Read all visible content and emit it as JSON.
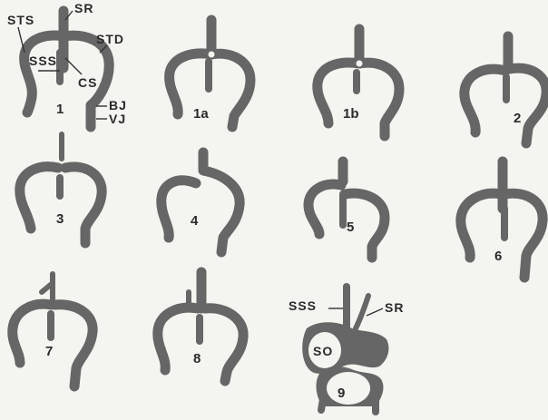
{
  "labels": {
    "sts": "STS",
    "sr": "SR",
    "std": "STD",
    "sss": "SSS",
    "cs": "CS",
    "bj": "BJ",
    "vj": "VJ",
    "sss9": "SSS",
    "sr9": "SR",
    "so": "SO"
  },
  "variants": [
    "1",
    "1a",
    "1b",
    "2",
    "3",
    "4",
    "5",
    "6",
    "7",
    "8",
    "9"
  ]
}
